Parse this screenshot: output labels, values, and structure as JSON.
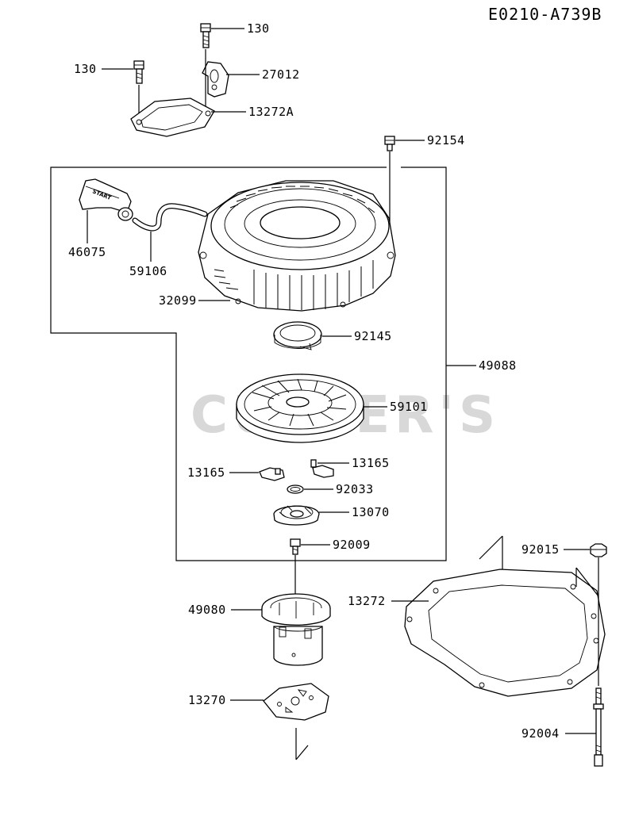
{
  "diagram": {
    "ref_code": "E0210-A739B",
    "watermark": "CUTLER'S",
    "labels": {
      "p130_top": "130",
      "p130_left": "130",
      "p27012": "27012",
      "p13272A": "13272A",
      "p92154": "92154",
      "p46075": "46075",
      "p59106": "59106",
      "p32099": "32099",
      "p92145": "92145",
      "p49088": "49088",
      "p59101": "59101",
      "p13165_left": "13165",
      "p13165_right": "13165",
      "p92033": "92033",
      "p13070": "13070",
      "p92009": "92009",
      "p49080": "49080",
      "p13270": "13270",
      "p13272": "13272",
      "p92015": "92015",
      "p92004": "92004"
    },
    "handle_text": "START"
  }
}
